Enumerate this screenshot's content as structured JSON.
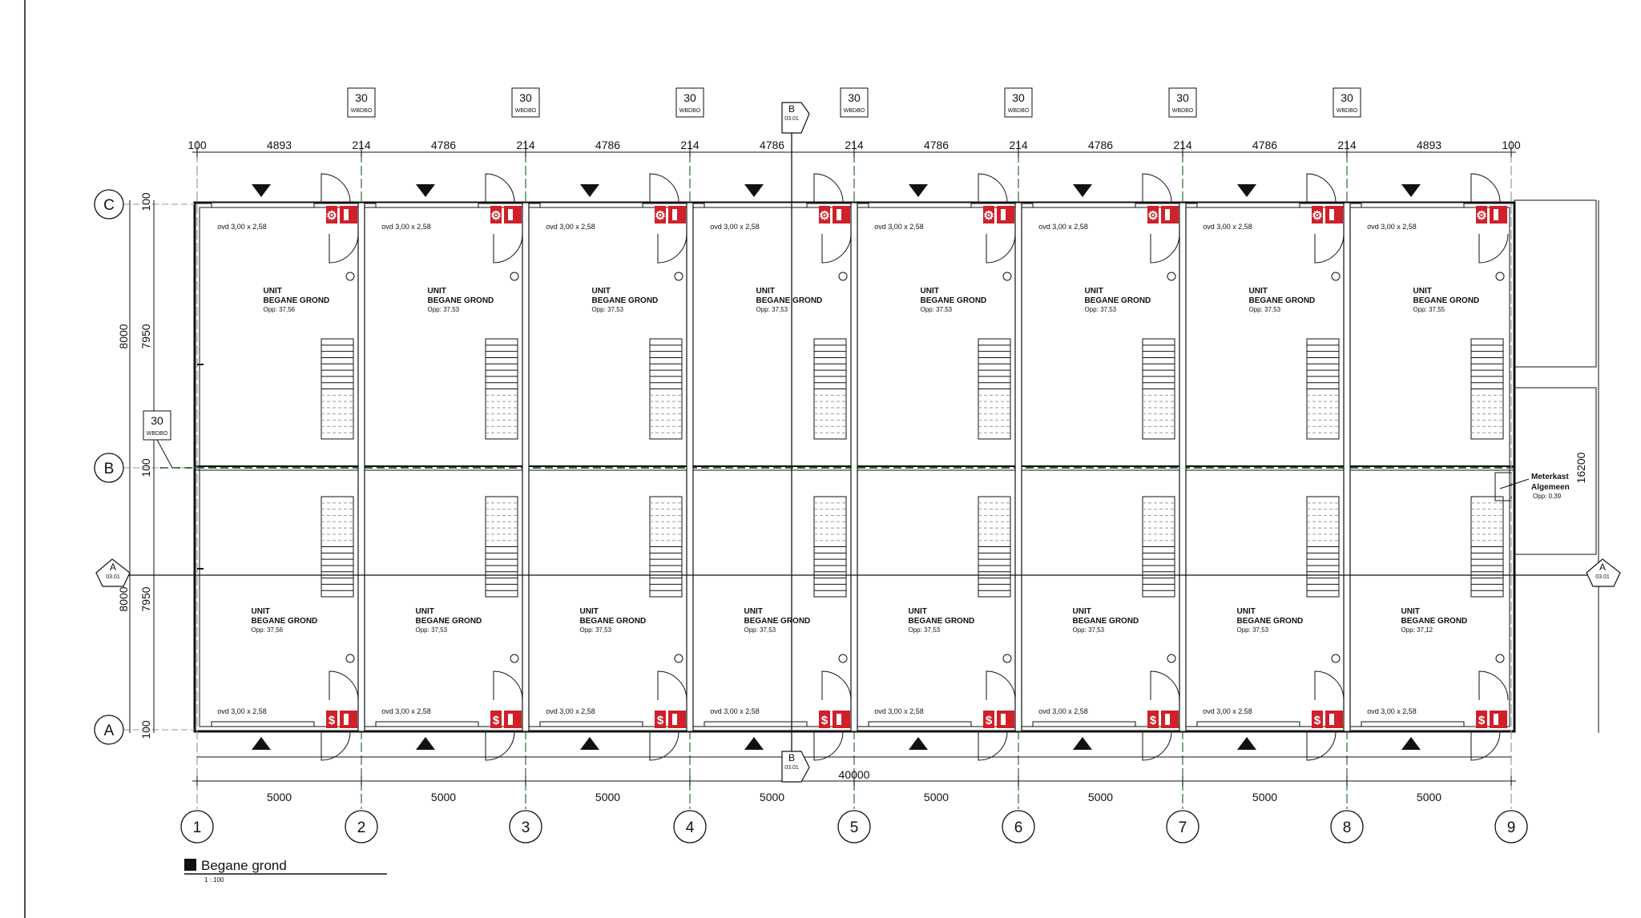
{
  "title": {
    "label": "Begane grond",
    "scale": "1 : 100"
  },
  "colors": {
    "line": "#111111",
    "fire": "#d0202a",
    "dash_green": "#2e6b2e"
  },
  "grid_columns": [
    "1",
    "2",
    "3",
    "4",
    "5",
    "6",
    "7",
    "8",
    "9"
  ],
  "grid_rows": [
    "C",
    "B",
    "A"
  ],
  "fire_rating": {
    "value": "30",
    "code": "WBDBO"
  },
  "top_dimensions": [
    "100",
    "4893",
    "214",
    "4786",
    "214",
    "4786",
    "214",
    "4786",
    "214",
    "4786",
    "214",
    "4786",
    "214",
    "4786",
    "214",
    "4893",
    "100"
  ],
  "bottom_dimensions": [
    "5000",
    "5000",
    "5000",
    "5000",
    "5000",
    "5000",
    "5000",
    "5000"
  ],
  "total_dimension": "40000",
  "left_dimensions": {
    "outer": [
      "8000",
      "8000"
    ],
    "inner": [
      "100",
      "7950",
      "100",
      "7950",
      "100"
    ]
  },
  "right_dimension": "16200",
  "section_markers": {
    "b": {
      "letter": "B",
      "ref": "03.01"
    },
    "a": {
      "letter": "A",
      "ref": "03.01"
    }
  },
  "window_label": "ovd 3,00 x 2,58",
  "units_top": [
    {
      "name": "UNIT",
      "floor": "BEGANE GROND",
      "area": "Opp: 37,56"
    },
    {
      "name": "UNIT",
      "floor": "BEGANE GROND",
      "area": "Opp: 37,53"
    },
    {
      "name": "UNIT",
      "floor": "BEGANE GROND",
      "area": "Opp: 37,53"
    },
    {
      "name": "UNIT",
      "floor": "BEGANE GROND",
      "area": "Opp: 37,53"
    },
    {
      "name": "UNIT",
      "floor": "BEGANE GROND",
      "area": "Opp: 37,53"
    },
    {
      "name": "UNIT",
      "floor": "BEGANE GROND",
      "area": "Opp: 37,53"
    },
    {
      "name": "UNIT",
      "floor": "BEGANE GROND",
      "area": "Opp: 37,53"
    },
    {
      "name": "UNIT",
      "floor": "BEGANE GROND",
      "area": "Opp: 37,55"
    }
  ],
  "units_bottom": [
    {
      "name": "UNIT",
      "floor": "BEGANE GROND",
      "area": "Opp: 37,56"
    },
    {
      "name": "UNIT",
      "floor": "BEGANE GROND",
      "area": "Opp: 37,53"
    },
    {
      "name": "UNIT",
      "floor": "BEGANE GROND",
      "area": "Opp: 37,53"
    },
    {
      "name": "UNIT",
      "floor": "BEGANE GROND",
      "area": "Opp: 37,53"
    },
    {
      "name": "UNIT",
      "floor": "BEGANE GROND",
      "area": "Opp: 37,53"
    },
    {
      "name": "UNIT",
      "floor": "BEGANE GROND",
      "area": "Opp: 37,53"
    },
    {
      "name": "UNIT",
      "floor": "BEGANE GROND",
      "area": "Opp: 37,53"
    },
    {
      "name": "UNIT",
      "floor": "BEGANE GROND",
      "area": "Opp: 37,12"
    }
  ],
  "meter_cupboard": {
    "line1": "Meterkast",
    "line2": "Algemeen",
    "area": "Opp: 0,39"
  }
}
